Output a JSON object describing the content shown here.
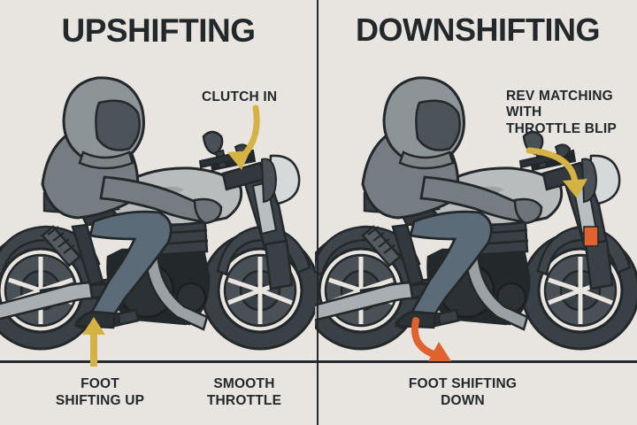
{
  "meta": {
    "background_color": "#e8e5e0",
    "ink_color": "#23282b",
    "accent_yellow": "#d4b243",
    "accent_orange": "#e0622f"
  },
  "panels": {
    "left": {
      "title": "UPSHIFTING",
      "callout": {
        "lines": [
          "CLUTCH IN"
        ],
        "arrow_name": "clutch-in-arrow",
        "arrow_color": "#d4b243"
      },
      "bottom_labels": [
        {
          "lines": [
            "FOOT",
            "SHIFTING UP"
          ],
          "arrow_name": "foot-shift-up-arrow",
          "arrow_color": "#d4b243"
        },
        {
          "lines": [
            "SMOOTH",
            "THROTTLE"
          ],
          "arrow_name": "",
          "arrow_color": ""
        }
      ],
      "illustration": "motorcycle-rider-side-view"
    },
    "right": {
      "title": "DOWNSHIFTING",
      "callout": {
        "lines": [
          "REV MATCHING",
          "WITH",
          "THROTTLE BLIP"
        ],
        "arrow_name": "throttle-blip-arrow",
        "arrow_color": "#d4b243"
      },
      "bottom_labels": [
        {
          "lines": [
            "FOOT SHIFTING",
            "DOWN"
          ],
          "arrow_name": "foot-shift-down-arrow",
          "arrow_color": "#e0622f"
        }
      ],
      "illustration": "motorcycle-rider-side-view"
    }
  },
  "text": {
    "title_left": "UPSHIFTING",
    "title_right": "DOWNSHIFTING",
    "clutch_in": "CLUTCH IN",
    "rev_l1": "REV MATCHING",
    "rev_l2": "WITH",
    "rev_l3": "THROTTLE BLIP",
    "foot_up_l1": "FOOT",
    "foot_up_l2": "SHIFTING UP",
    "smooth_l1": "SMOOTH",
    "smooth_l2": "THROTTLE",
    "foot_down_l1": "FOOT SHIFTING",
    "foot_down_l2": "DOWN"
  }
}
